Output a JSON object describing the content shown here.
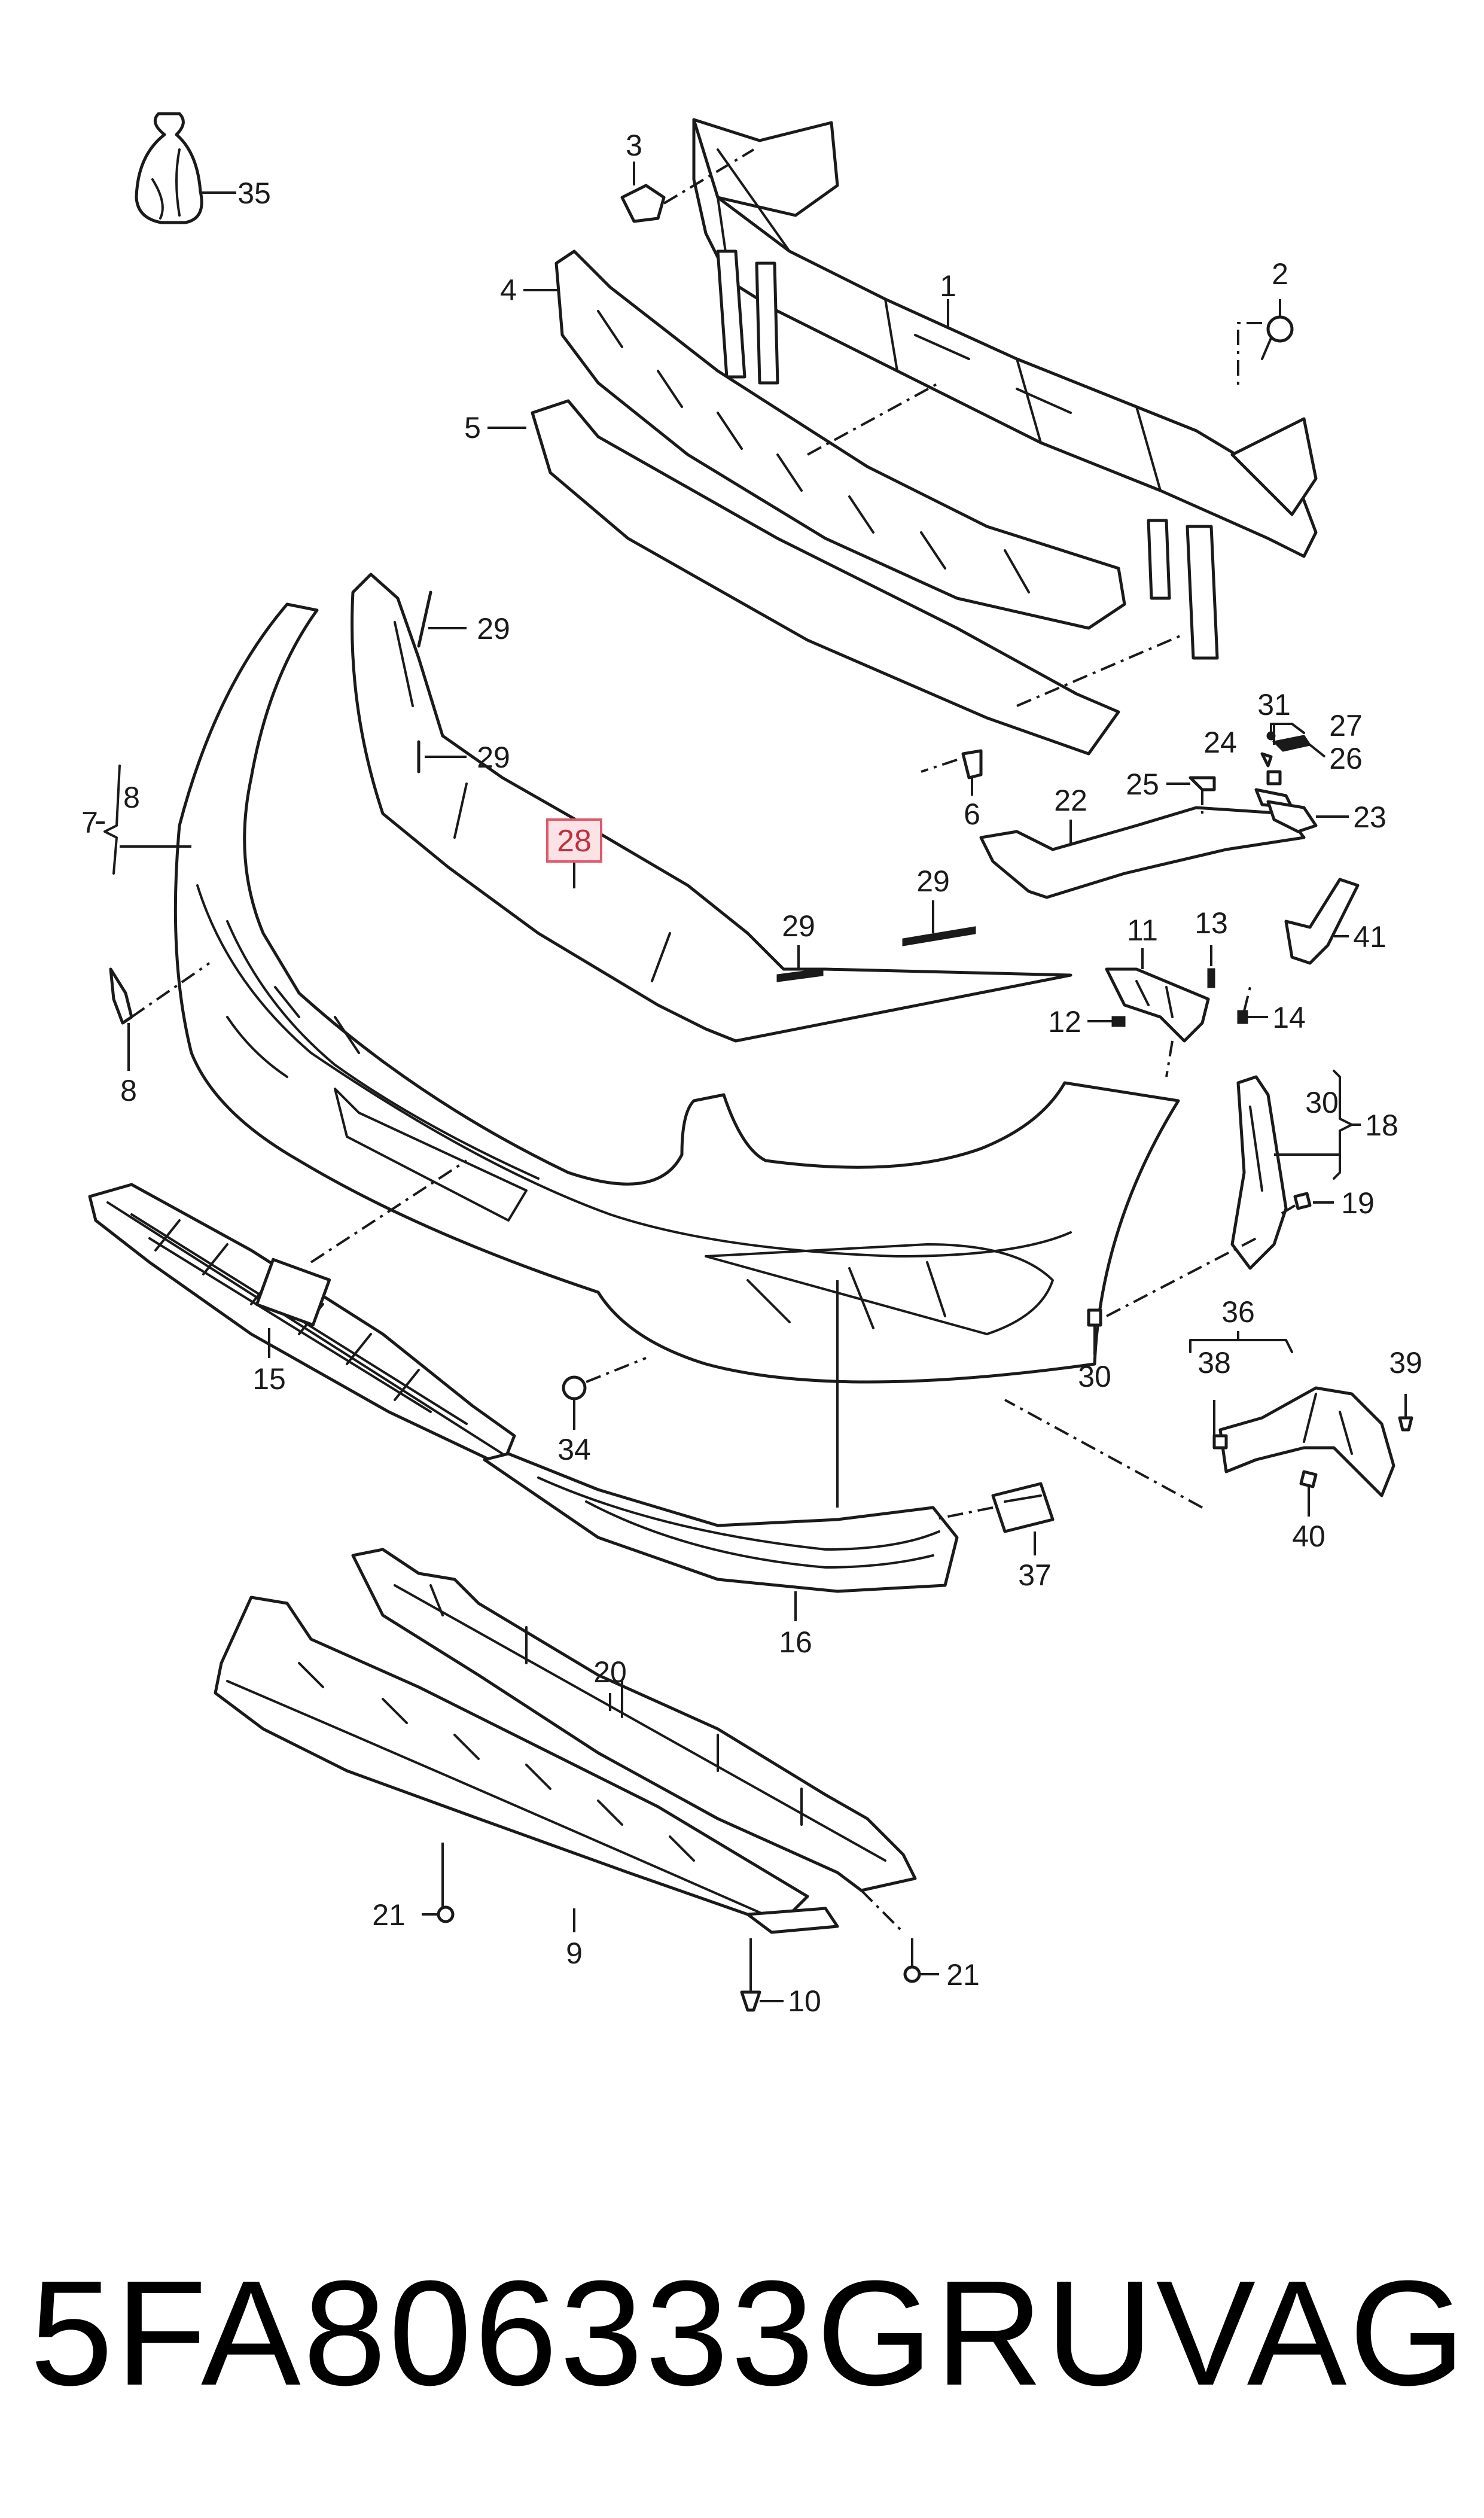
{
  "highlighted_label": "28",
  "callouts": {
    "c1": "1",
    "c2": "2",
    "c3": "3",
    "c4": "4",
    "c5": "5",
    "c6": "6",
    "c7": "7",
    "c8a": "8",
    "c8b": "8",
    "c9": "9",
    "c10": "10",
    "c11": "11",
    "c12": "12",
    "c13": "13",
    "c14": "14",
    "c15": "15",
    "c16": "16",
    "c18": "18",
    "c19": "19",
    "c20": "20",
    "c21a": "21",
    "c21b": "21",
    "c22": "22",
    "c23": "23",
    "c24": "24",
    "c25": "25",
    "c26": "26",
    "c27": "27",
    "c29a": "29",
    "c29b": "29",
    "c29c": "29",
    "c29d": "29",
    "c30a": "30",
    "c30b": "30",
    "c31": "31",
    "c34": "34",
    "c35": "35",
    "c36": "36",
    "c37": "37",
    "c38": "38",
    "c39": "39",
    "c40": "40",
    "c41": "41"
  },
  "footer": {
    "part_number": "5FA806333GRU",
    "brand": "VAG"
  }
}
